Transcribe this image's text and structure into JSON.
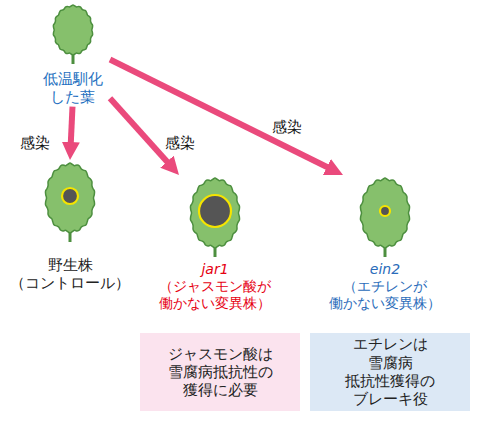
{
  "diagram": {
    "nodes": [
      {
        "text": [
          "低温馴化 した葉"
        ]
      },
      {
        "text": [
          "野生株",
          "（コントロール）"
        ]
      },
      {
        "text": [
          "jar1",
          "（ジャスモン酸が 働かない変異株）"
        ]
      },
      {
        "text": [
          "ein2",
          "（エチレンが 働かない変異株）"
        ]
      },
      {
        "text": [
          "ジャスモン酸は 雪腐病抵抗性の 獲得に必要"
        ]
      },
      {
        "text": [
          "エチレンは 雪腐病 抵抗性獲得の ブレーキ役"
        ]
      }
    ],
    "edges": [
      {
        "from": 0,
        "to": 1,
        "label": "感染",
        "arrow": "to"
      },
      {
        "from": 0,
        "to": 2,
        "label": "感染",
        "arrow": "to"
      },
      {
        "from": 0,
        "to": 3,
        "label": "感染",
        "arrow": "to"
      }
    ]
  }
}
